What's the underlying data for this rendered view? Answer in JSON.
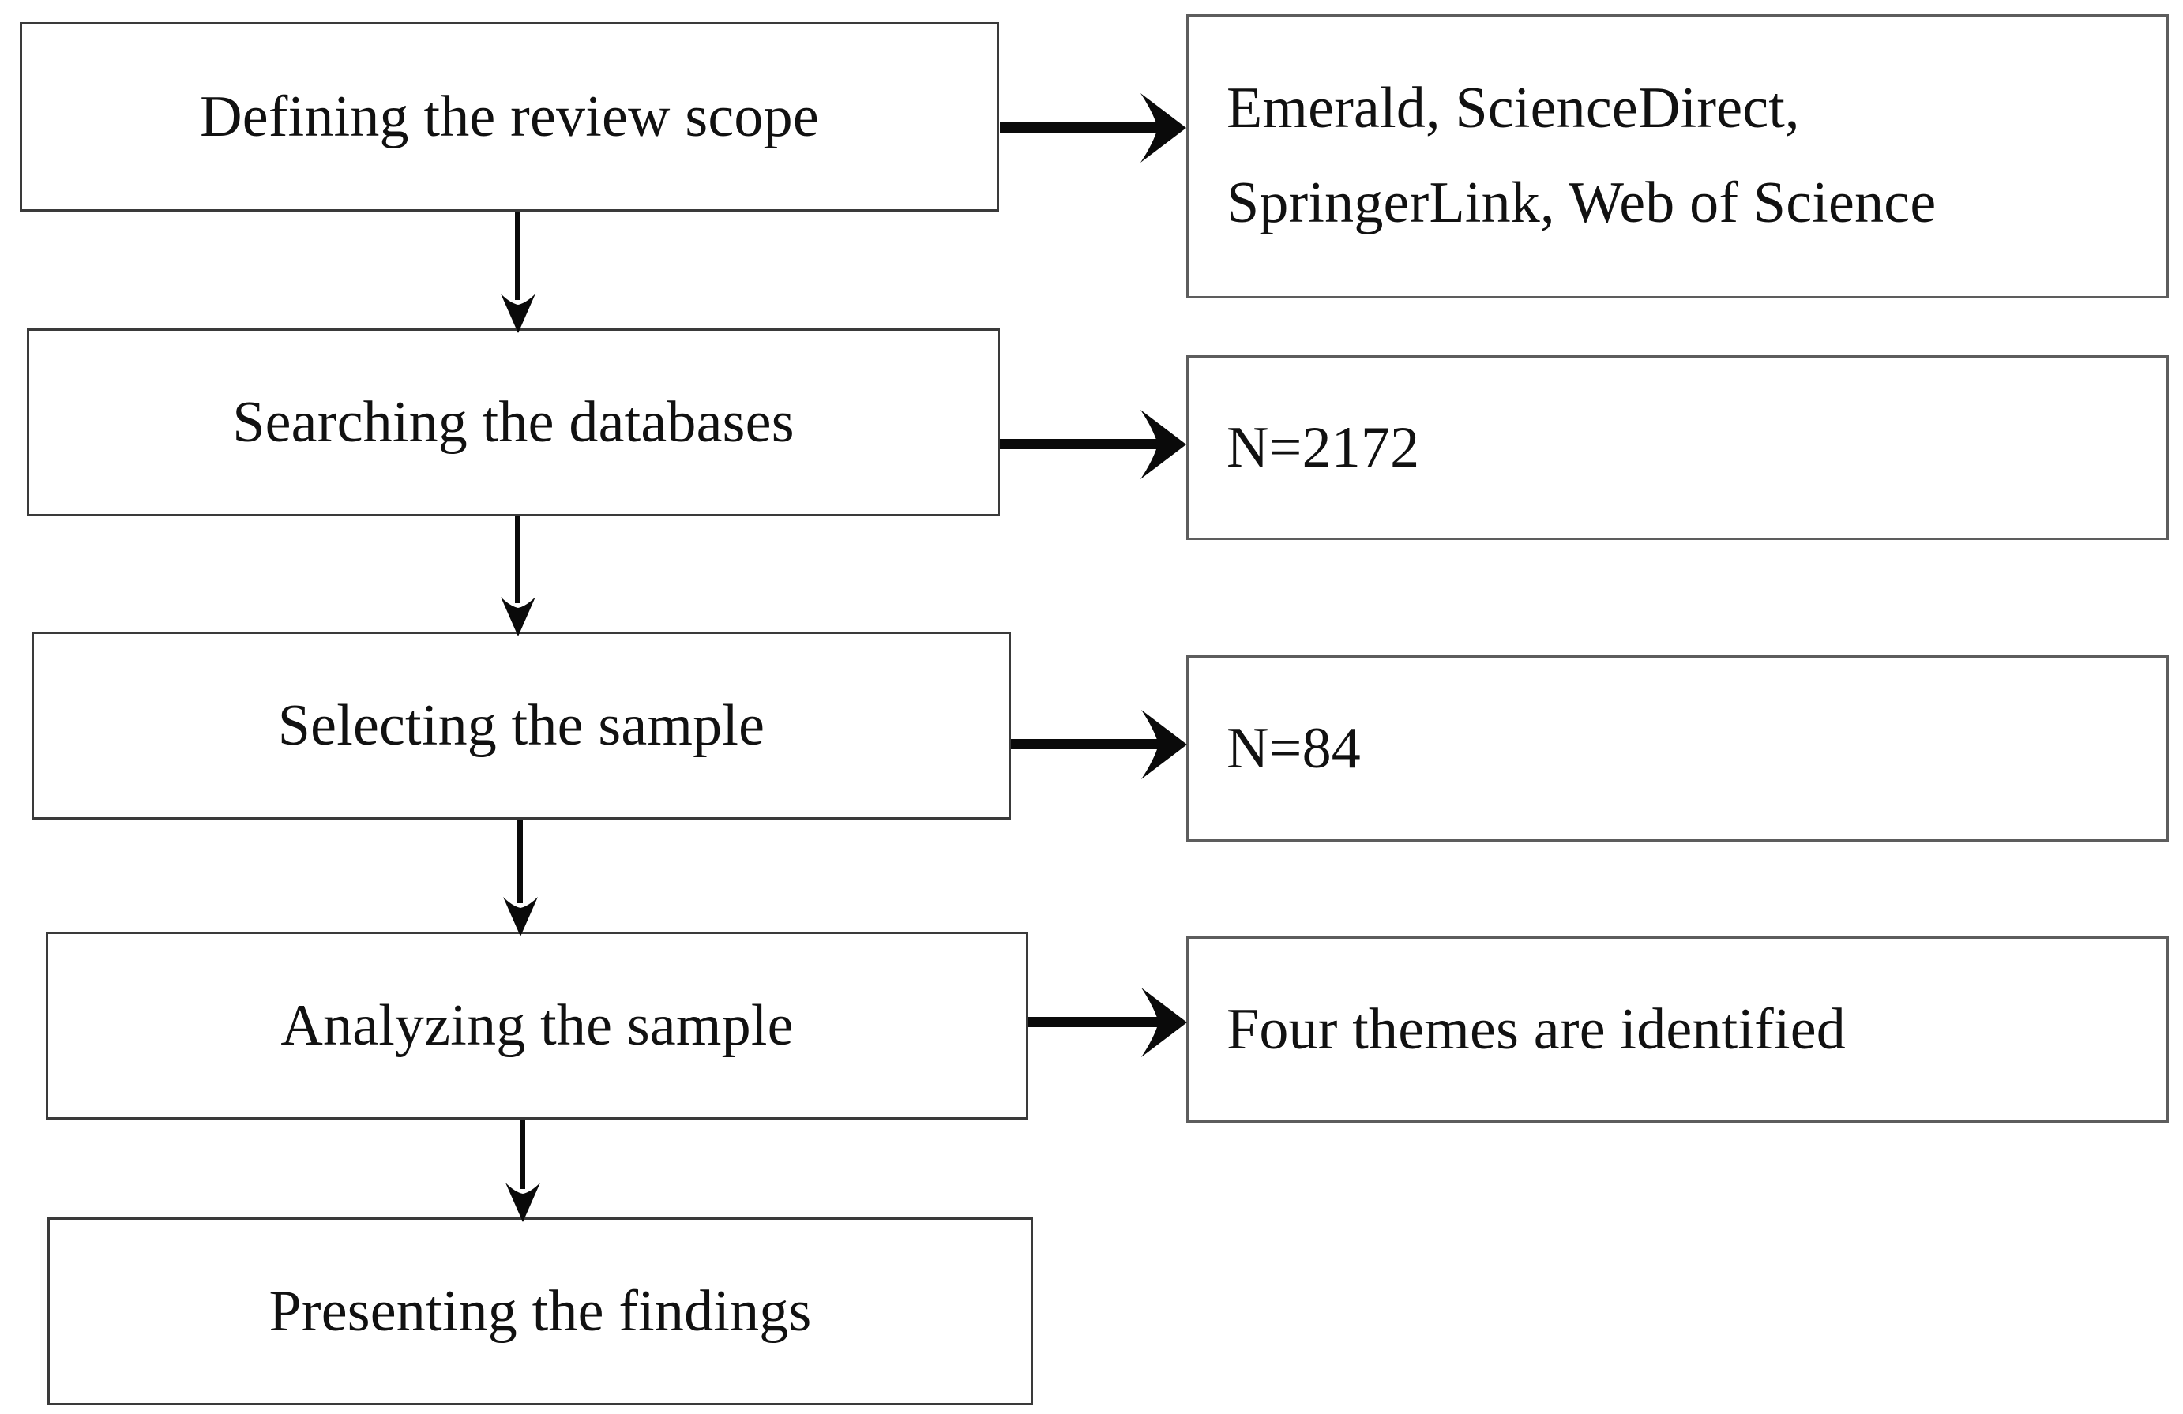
{
  "diagram": {
    "type": "flowchart",
    "title": "Literature review process flowchart",
    "orientation": "vertical-with-side-annotations",
    "colors": {
      "box_border": "#3a3a3a",
      "box_fill": "#ffffff",
      "arrow": "#0a0a0a",
      "text": "#111111",
      "background": "#ffffff"
    },
    "process_steps": [
      {
        "id": "step-1",
        "label": "Defining the review scope"
      },
      {
        "id": "step-2",
        "label": "Searching the databases"
      },
      {
        "id": "step-3",
        "label": "Selecting the sample"
      },
      {
        "id": "step-4",
        "label": "Analyzing the sample"
      },
      {
        "id": "step-5",
        "label": "Presenting the findings"
      }
    ],
    "annotations": [
      {
        "id": "annotation-1",
        "label": "Emerald, ScienceDirect,\nSpringerLink, Web of Science",
        "source_step": "step-1"
      },
      {
        "id": "annotation-2",
        "label": "N=2172",
        "source_step": "step-2"
      },
      {
        "id": "annotation-3",
        "label": "N=84",
        "source_step": "step-3"
      },
      {
        "id": "annotation-4",
        "label": "Four themes are identified",
        "source_step": "step-4"
      }
    ],
    "flow_arrows": [
      {
        "id": "arrow-down-1",
        "from": "step-1",
        "to": "step-2",
        "direction": "down"
      },
      {
        "id": "arrow-down-2",
        "from": "step-2",
        "to": "step-3",
        "direction": "down"
      },
      {
        "id": "arrow-down-3",
        "from": "step-3",
        "to": "step-4",
        "direction": "down"
      },
      {
        "id": "arrow-down-4",
        "from": "step-4",
        "to": "step-5",
        "direction": "down"
      },
      {
        "id": "arrow-right-1",
        "from": "step-1",
        "to": "annotation-1",
        "direction": "right"
      },
      {
        "id": "arrow-right-2",
        "from": "step-2",
        "to": "annotation-2",
        "direction": "right"
      },
      {
        "id": "arrow-right-3",
        "from": "step-3",
        "to": "annotation-3",
        "direction": "right"
      },
      {
        "id": "arrow-right-4",
        "from": "step-4",
        "to": "annotation-4",
        "direction": "right"
      }
    ]
  }
}
